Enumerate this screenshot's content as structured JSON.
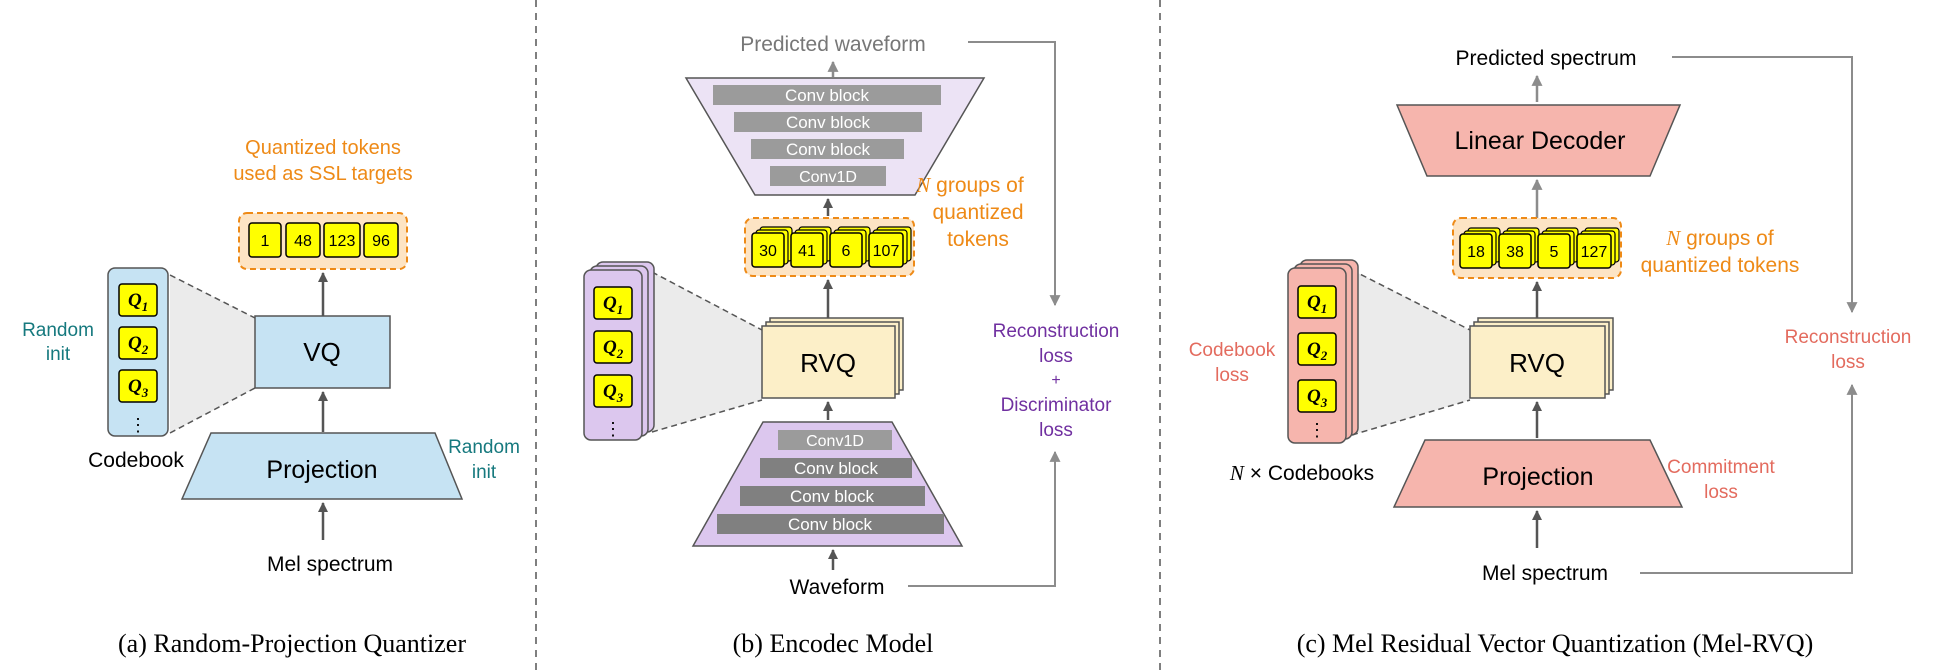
{
  "colors": {
    "blue_fill": "#c6e3f3",
    "purple_fill": "#dcc7ee",
    "salmon_fill": "#f6b5ad",
    "cream_fill": "#fcefc8",
    "token_yellow": "#ffff00",
    "token_area": "#fde4c4",
    "orange_text": "#ee8a17",
    "teal_text": "#16797e",
    "purple_text": "#7030a0",
    "red_text": "#e36b5e",
    "gray_block": "#9b9b9b",
    "arrow_gray": "#8c8c8c"
  },
  "panel_a": {
    "caption": "(a) Random-Projection Quantizer",
    "tokens_title_1": "Quantized tokens",
    "tokens_title_2": "used as SSL targets",
    "tokens": [
      "1",
      "48",
      "123",
      "96"
    ],
    "vq_label": "VQ",
    "projection_label": "Projection",
    "input_label": "Mel spectrum",
    "codebook_label": "Codebook",
    "random_init_left_1": "Random",
    "random_init_left_2": "init",
    "random_init_right_1": "Random",
    "random_init_right_2": "init"
  },
  "panel_b": {
    "caption": "(b) Encodec Model",
    "output_label": "Predicted waveform",
    "decoder_blocks": [
      "Conv block",
      "Conv block",
      "Conv block",
      "Conv1D"
    ],
    "tokens": [
      "30",
      "41",
      "6",
      "107"
    ],
    "groups_label_1": "groups of",
    "groups_label_2": "quantized",
    "groups_label_3": "tokens",
    "rvq_label": "RVQ",
    "encoder_blocks": [
      "Conv1D",
      "Conv block",
      "Conv block",
      "Conv block"
    ],
    "input_label": "Waveform",
    "loss_1": "Reconstruction",
    "loss_2": "loss",
    "loss_3": "+",
    "loss_4": "Discriminator",
    "loss_5": "loss"
  },
  "panel_c": {
    "caption": "(c) Mel Residual Vector Quantization (Mel-RVQ)",
    "output_label": "Predicted spectrum",
    "decoder_label": "Linear Decoder",
    "tokens": [
      "18",
      "38",
      "5",
      "127"
    ],
    "groups_label_1": "groups of",
    "groups_label_2": "quantized tokens",
    "rvq_label": "RVQ",
    "projection_label": "Projection",
    "input_label": "Mel spectrum",
    "codebooks_label": "× Codebooks",
    "codebook_loss_1": "Codebook",
    "codebook_loss_2": "loss",
    "commitment_loss_1": "Commitment",
    "commitment_loss_2": "loss",
    "reconstruction_loss_1": "Reconstruction",
    "reconstruction_loss_2": "loss"
  },
  "shared": {
    "n_symbol": "N",
    "codebook_entries": [
      "Q",
      "Q",
      "Q"
    ],
    "codebook_subscripts": [
      "1",
      "2",
      "3"
    ],
    "ellipsis": "⋮"
  }
}
